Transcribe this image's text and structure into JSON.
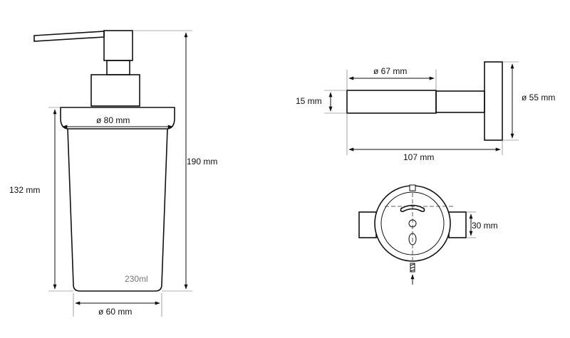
{
  "dispenser": {
    "height_total": "190 mm",
    "height_container": "132 mm",
    "diameter_top": "ø 80 mm",
    "diameter_bottom": "ø 60 mm",
    "capacity": "230ml"
  },
  "holder_side": {
    "ring_diameter": "ø 67 mm",
    "ring_height": "15 mm",
    "base_diameter": "ø 55 mm",
    "depth": "107 mm"
  },
  "holder_front": {
    "clip_height": "30 mm"
  }
}
